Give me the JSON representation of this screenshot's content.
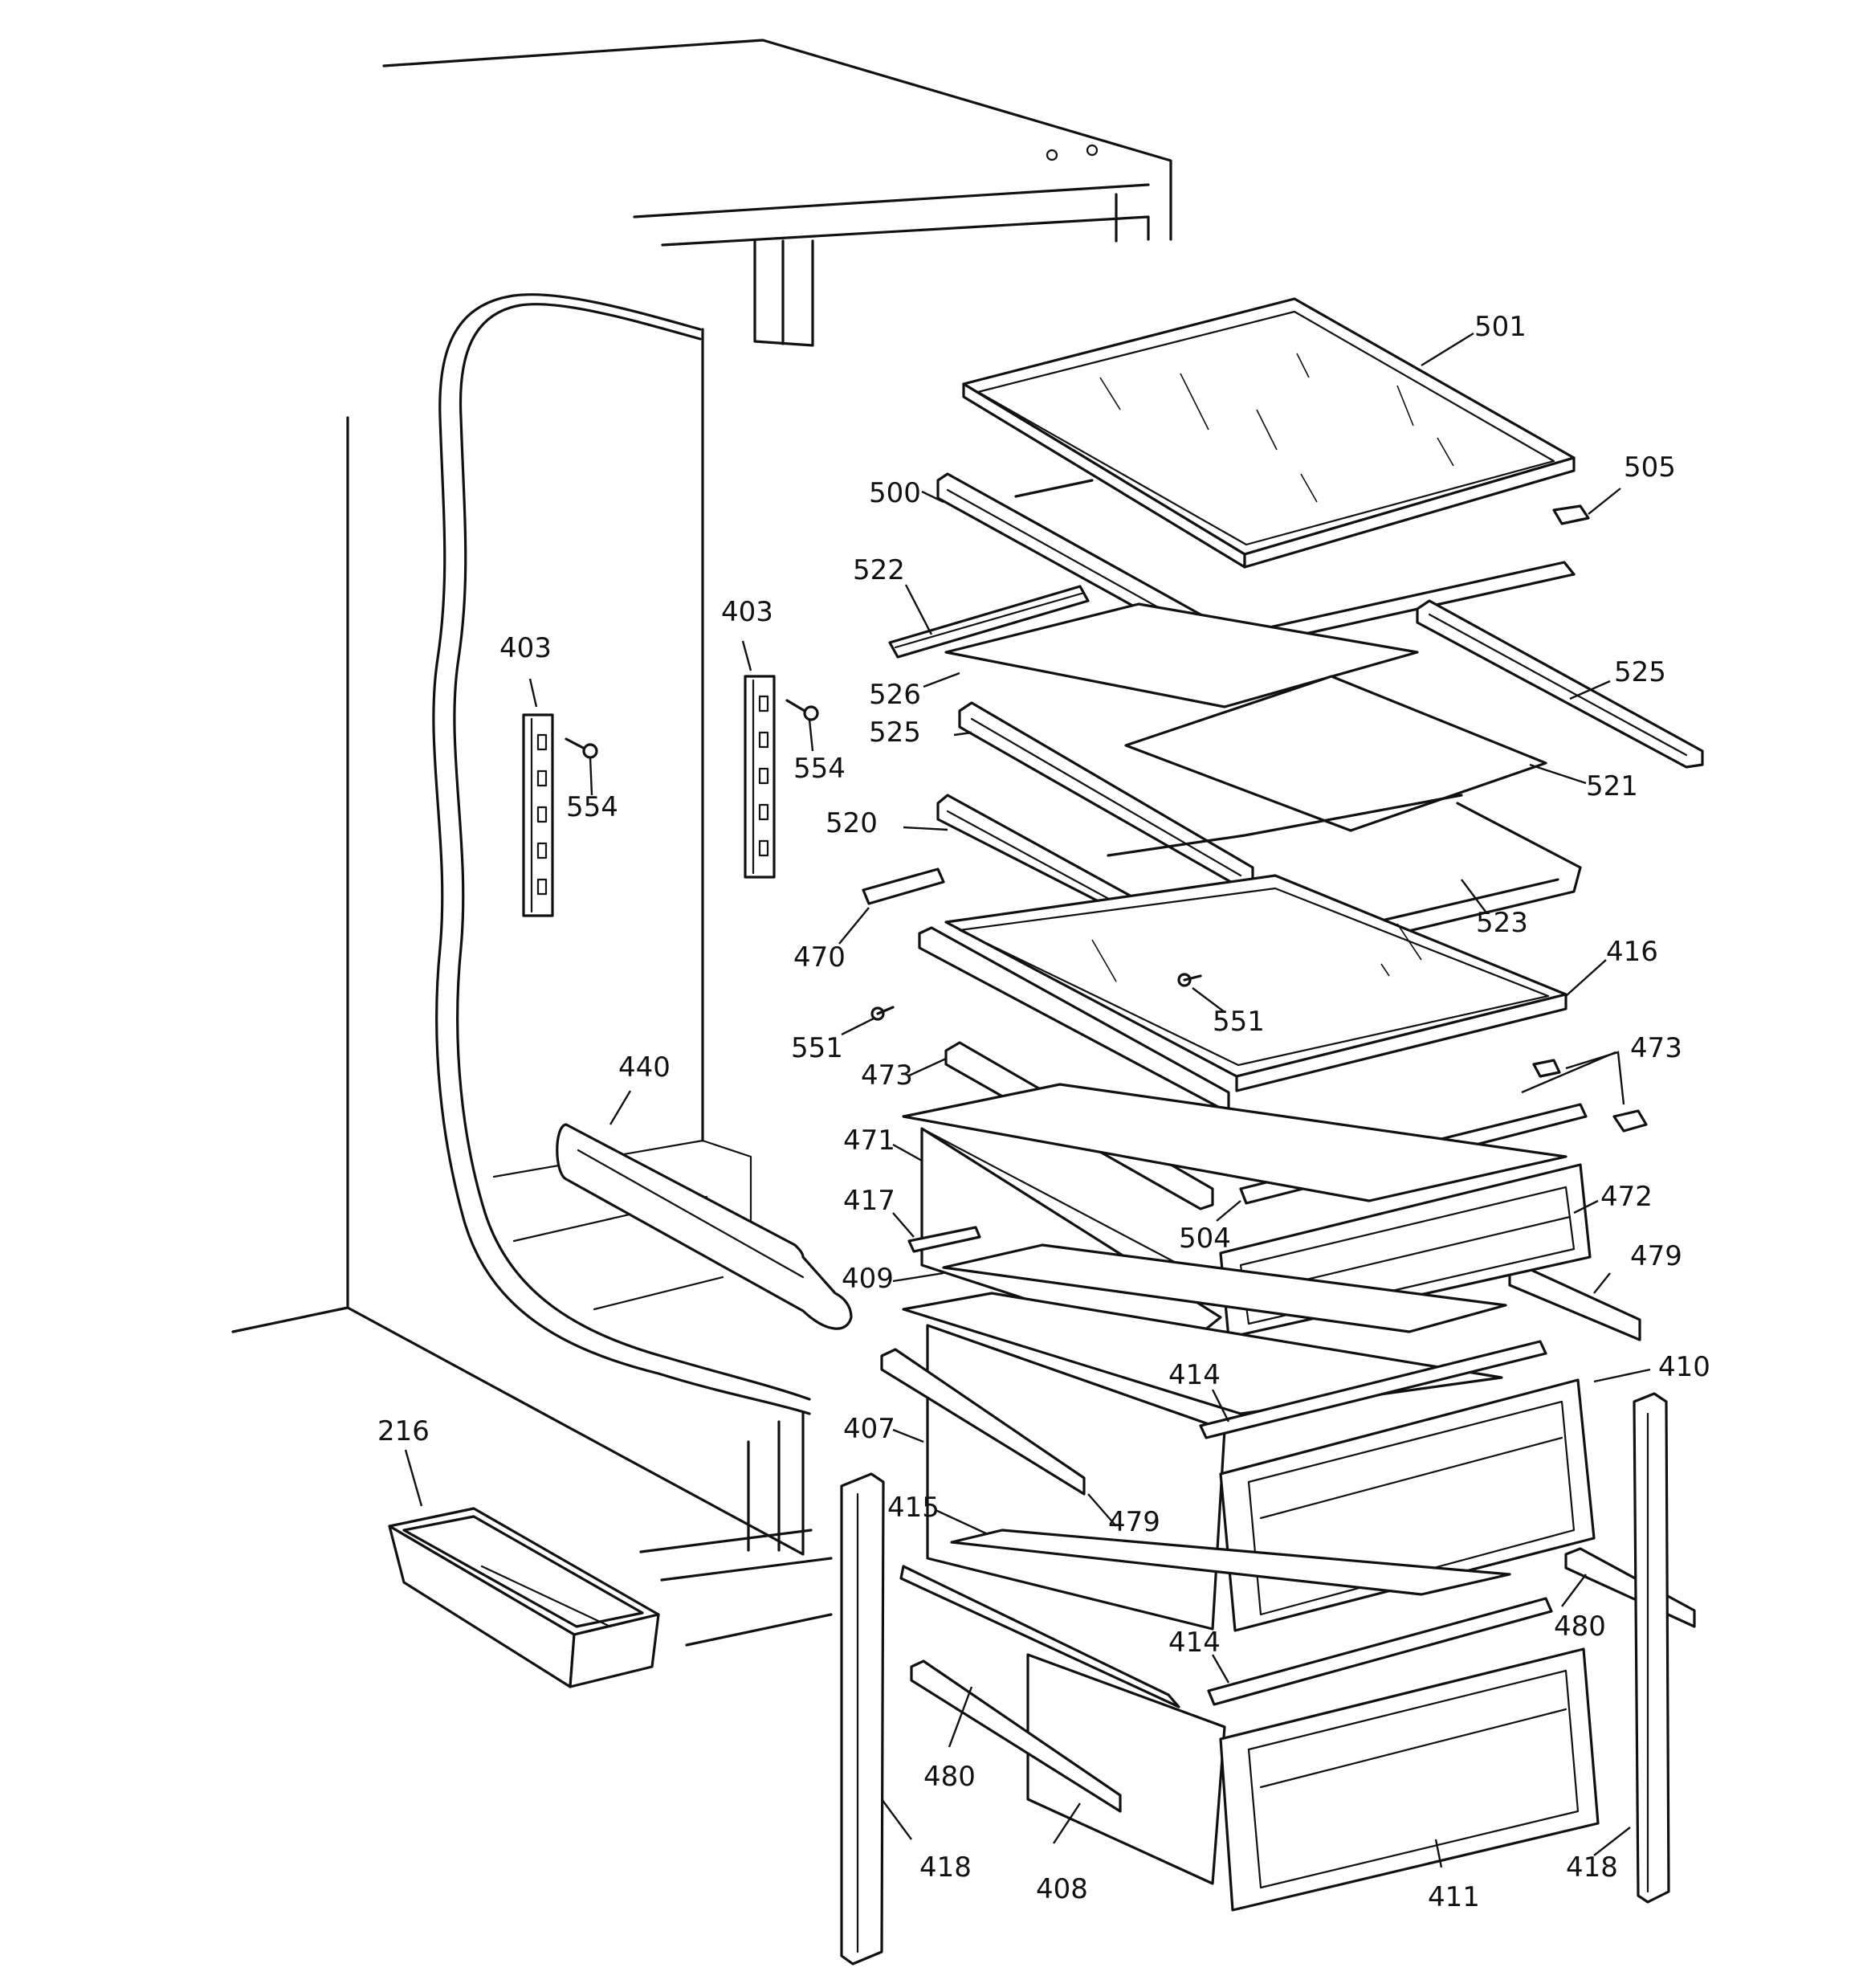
{
  "callouts": [
    {
      "id": "c501",
      "text": "501"
    },
    {
      "id": "c505",
      "text": "505"
    },
    {
      "id": "c500",
      "text": "500"
    },
    {
      "id": "c522",
      "text": "522"
    },
    {
      "id": "c525a",
      "text": "525"
    },
    {
      "id": "c526",
      "text": "526"
    },
    {
      "id": "c525b",
      "text": "525"
    },
    {
      "id": "c521",
      "text": "521"
    },
    {
      "id": "c520",
      "text": "520"
    },
    {
      "id": "c523",
      "text": "523"
    },
    {
      "id": "c470",
      "text": "470"
    },
    {
      "id": "c416",
      "text": "416"
    },
    {
      "id": "c551a",
      "text": "551"
    },
    {
      "id": "c551b",
      "text": "551"
    },
    {
      "id": "c473a",
      "text": "473"
    },
    {
      "id": "c473b",
      "text": "473"
    },
    {
      "id": "c471",
      "text": "471"
    },
    {
      "id": "c472",
      "text": "472"
    },
    {
      "id": "c417",
      "text": "417"
    },
    {
      "id": "c504",
      "text": "504"
    },
    {
      "id": "c409",
      "text": "409"
    },
    {
      "id": "c479a",
      "text": "479"
    },
    {
      "id": "c414a",
      "text": "414"
    },
    {
      "id": "c410",
      "text": "410"
    },
    {
      "id": "c407",
      "text": "407"
    },
    {
      "id": "c479b",
      "text": "479"
    },
    {
      "id": "c415",
      "text": "415"
    },
    {
      "id": "c480a",
      "text": "480"
    },
    {
      "id": "c414b",
      "text": "414"
    },
    {
      "id": "c480b",
      "text": "480"
    },
    {
      "id": "c418a",
      "text": "418"
    },
    {
      "id": "c408",
      "text": "408"
    },
    {
      "id": "c411",
      "text": "411"
    },
    {
      "id": "c418b",
      "text": "418"
    },
    {
      "id": "c403a",
      "text": "403"
    },
    {
      "id": "c554a",
      "text": "554"
    },
    {
      "id": "c403b",
      "text": "403"
    },
    {
      "id": "c554b",
      "text": "554"
    },
    {
      "id": "c440",
      "text": "440"
    },
    {
      "id": "c216",
      "text": "216"
    }
  ]
}
